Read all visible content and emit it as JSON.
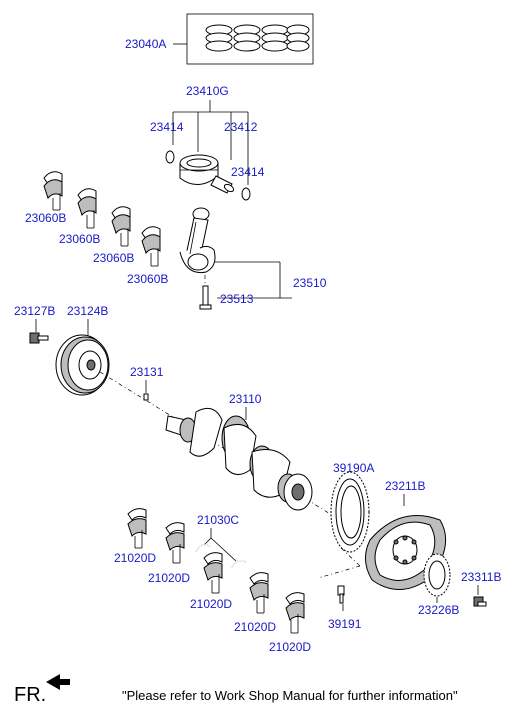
{
  "labels": {
    "piston_ring_set": "23040A",
    "piston_assy": "23410G",
    "snap_ring_left": "23414",
    "piston_pin": "23412",
    "snap_ring_right": "23414",
    "con_rod_bearing_1": "23060B",
    "con_rod_bearing_2": "23060B",
    "con_rod_bearing_3": "23060B",
    "con_rod_bearing_4": "23060B",
    "connecting_rod_assy": "23510",
    "con_rod_bolt": "23513",
    "pulley_bolt": "23127B",
    "crankshaft_pulley": "23124B",
    "key": "23131",
    "crankshaft": "23110",
    "ring_gear": "39190A",
    "drive_plate": "23211B",
    "thrust_bearing": "21030C",
    "main_bearing_1": "21020D",
    "main_bearing_2": "21020D",
    "main_bearing_3": "21020D",
    "main_bearing_4": "21020D",
    "main_bearing_5": "21020D",
    "sensor_bolt": "39191",
    "adapter_plate": "23226B",
    "drive_plate_bolt": "23311B"
  },
  "footer": {
    "direction": "FR.",
    "note": "\"Please refer to Work Shop Manual for further information\""
  },
  "icons": {
    "front_arrow": "arrow-left-icon"
  }
}
